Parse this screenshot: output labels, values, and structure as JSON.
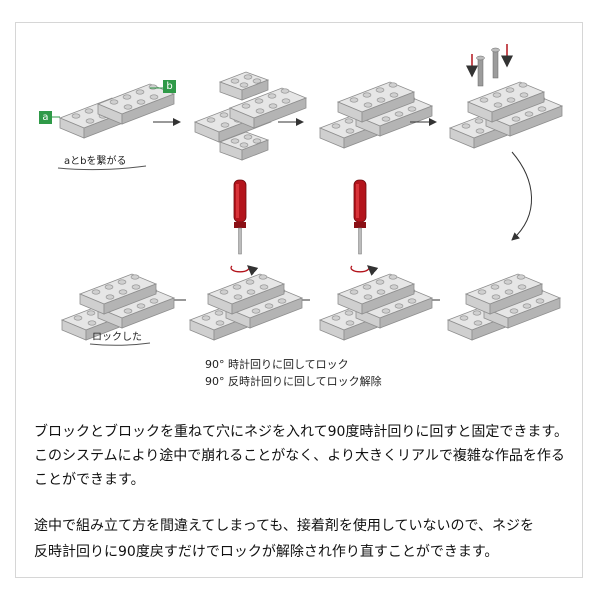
{
  "labels": {
    "a": "a",
    "b": "b",
    "connect": "aとbを繋がる",
    "locked": "ロックした"
  },
  "notes": [
    "90° 時計回りに回してロック",
    "90° 反時計回りに回してロック解除"
  ],
  "paragraphs": [
    "ブロックとブロックを重ねて穴にネジを入れて90度時計回りに回すと固定できます。",
    "このシステムにより途中で崩れることがなく、より大きくリアルで複雑な作品を作る",
    "ことができます。",
    "途中で組み立て方を間違えてしまっても、接着剤を使用していないので、ネジを",
    "反時計回りに90度戻すだけでロックが解除され作り直すことができます。"
  ],
  "colors": {
    "brick_top": "#e4e4e4",
    "brick_front": "#c9c9c9",
    "brick_side": "#a9a9a9",
    "label_green": "#2f9a48",
    "screwdriver_red": "#b3141c"
  }
}
